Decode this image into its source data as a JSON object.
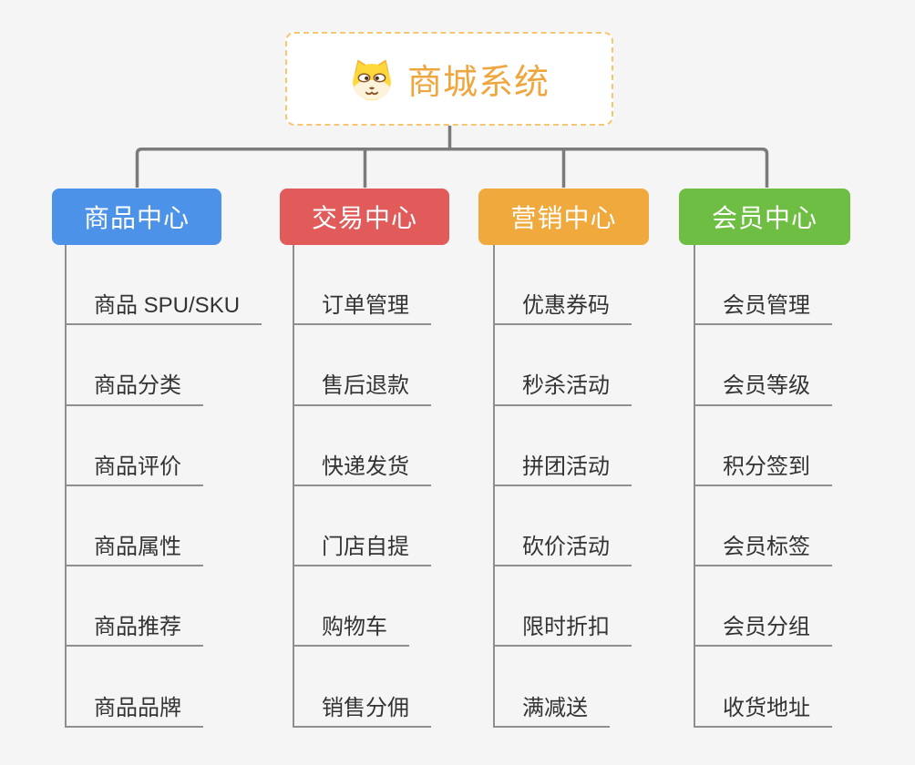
{
  "canvas": {
    "background_color": "#f5f5f6",
    "connector_color": "#7b7b7b",
    "leaf_line_color": "#8f8f8f"
  },
  "root": {
    "title": "商城系统",
    "icon": "shiba-dog-icon",
    "text_color": "#f0a63e",
    "border_color": "#f8c571",
    "background_color": "#ffffff"
  },
  "branches": [
    {
      "label": "商品中心",
      "color": "#4b92e8",
      "children": [
        "商品 SPU/SKU",
        "商品分类",
        "商品评价",
        "商品属性",
        "商品推荐",
        "商品品牌"
      ]
    },
    {
      "label": "交易中心",
      "color": "#e15b5b",
      "children": [
        "订单管理",
        "售后退款",
        "快递发货",
        "门店自提",
        "购物车",
        "销售分佣"
      ]
    },
    {
      "label": "营销中心",
      "color": "#efa93c",
      "children": [
        "优惠券码",
        "秒杀活动",
        "拼团活动",
        "砍价活动",
        "限时折扣",
        "满减送"
      ]
    },
    {
      "label": "会员中心",
      "color": "#6fbe44",
      "children": [
        "会员管理",
        "会员等级",
        "积分签到",
        "会员标签",
        "会员分组",
        "收货地址"
      ]
    }
  ]
}
